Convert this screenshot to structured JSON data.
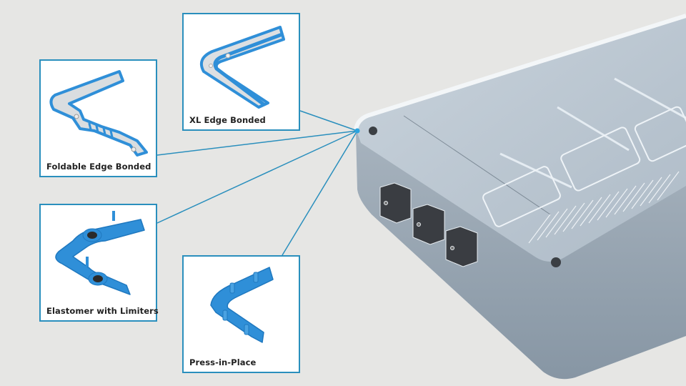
{
  "figure": {
    "subject": "Electronics enclosure with gasket sealing options",
    "accent_color": "#2a8fbd",
    "gasket_color": "#2f8fd8",
    "background_color": "#e6e6e4"
  },
  "callouts": [
    {
      "id": "foldable",
      "label": "Foldable Edge Bonded"
    },
    {
      "id": "xl",
      "label": "XL Edge Bonded"
    },
    {
      "id": "elastomer",
      "label": "Elastomer with Limiters"
    },
    {
      "id": "press",
      "label": "Press-in-Place"
    }
  ]
}
